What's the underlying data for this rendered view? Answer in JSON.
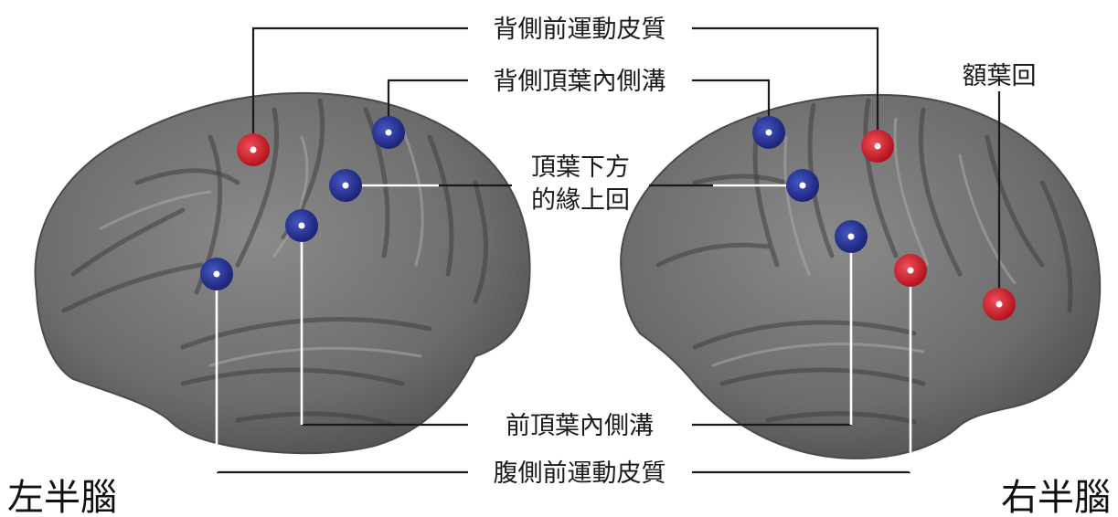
{
  "labels": {
    "dorsal_premotor": "背側前運動皮質",
    "dorsal_ips": "背側頂葉內側溝",
    "inferior_parietal_line1": "頂葉下方",
    "inferior_parietal_line2": "的緣上回",
    "frontal_gyrus": "額葉回",
    "anterior_ips": "前頂葉內側溝",
    "ventral_premotor": "腹側前運動皮質"
  },
  "hemispheres": {
    "left": "左半腦",
    "right": "右半腦"
  },
  "colors": {
    "red_marker": "#d21f2b",
    "blue_marker": "#232f8f",
    "brain_fill": "#777777",
    "leader_line": "#1a1a1a"
  }
}
